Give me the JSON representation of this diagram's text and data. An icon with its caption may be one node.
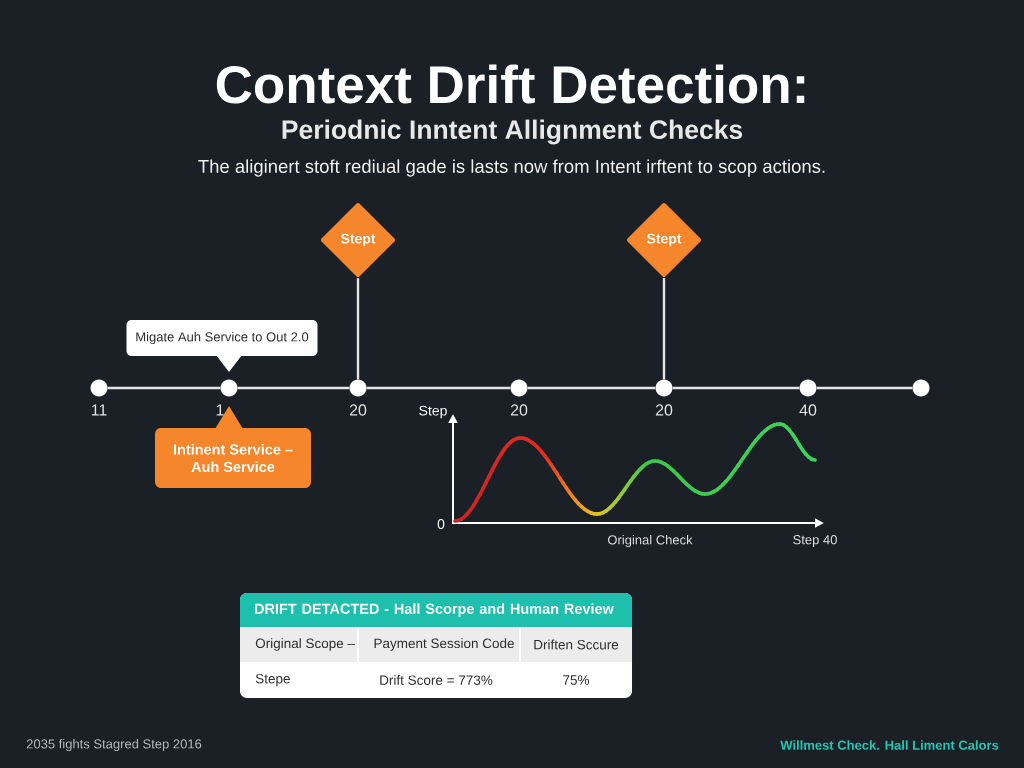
{
  "diagram": {
    "title": "Context Drift Detection:",
    "nodes": [
      {
        "text": [
          "Stept"
        ]
      },
      {
        "text": [
          "Stept"
        ]
      },
      {
        "text": [
          "Migate Auh Service to Out 2.0"
        ]
      },
      {
        "text": [],
        "shape": "circle",
        "beside": [
          "11"
        ]
      },
      {
        "text": [],
        "shape": "circle",
        "beside": [
          "1"
        ]
      },
      {
        "text": [],
        "shape": "circle",
        "beside": [
          "20"
        ]
      },
      {
        "text": [],
        "shape": "circle",
        "beside": [
          "20"
        ]
      },
      {
        "text": [],
        "shape": "circle",
        "beside": [
          "20"
        ]
      },
      {
        "text": [],
        "shape": "circle",
        "beside": [
          "40"
        ]
      },
      {
        "text": [],
        "shape": "circle"
      },
      {
        "text": [
          "Intinent Service – Auh Service"
        ]
      },
      {
        "text": [
          "DRIFT DETACTED - Hall Scorpe and Human Review"
        ]
      }
    ],
    "edges": [
      {
        "from": 3,
        "to": 4,
        "arrow": "none"
      },
      {
        "from": 4,
        "to": 5,
        "arrow": "none"
      },
      {
        "from": 5,
        "to": 6,
        "arrow": "none"
      },
      {
        "from": 6,
        "to": 7,
        "arrow": "none"
      },
      {
        "from": 7,
        "to": 8,
        "arrow": "none"
      },
      {
        "from": 8,
        "to": 9,
        "arrow": "none"
      },
      {
        "from": 0,
        "to": 5,
        "arrow": "none"
      },
      {
        "from": 1,
        "to": 7,
        "arrow": "none"
      }
    ],
    "labels": [
      "Periodnic Inntent Allignment Checks",
      "The aliginert stoft rediual gade is lasts now from Intent irftent to scop actions.",
      "Step",
      "0",
      "Original Check",
      "Step 40",
      "Original Scope –",
      "Payment Session Code",
      "Driften Sccure",
      "Stepe",
      "Drift Score = 773%",
      "75%",
      "2035 fights Stagred Step 2016",
      "Willmest Check. Hall Liment Calors"
    ]
  }
}
